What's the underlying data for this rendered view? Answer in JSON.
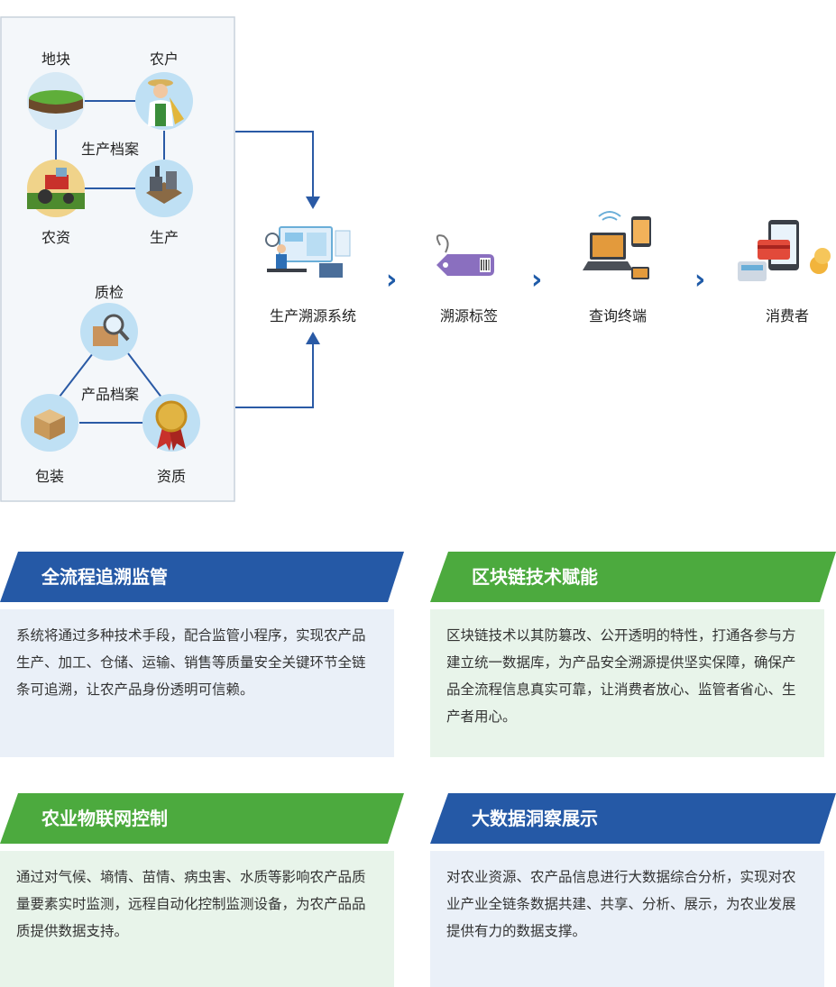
{
  "left_panel": {
    "production_group": {
      "center_label": "生产档案",
      "nodes": [
        {
          "label": "地块",
          "icon": "soil-plot-icon"
        },
        {
          "label": "农户",
          "icon": "farmer-icon"
        },
        {
          "label": "农资",
          "icon": "tractor-icon"
        },
        {
          "label": "生产",
          "icon": "factory-icon"
        }
      ]
    },
    "product_group": {
      "center_label": "产品档案",
      "nodes": [
        {
          "label": "质检",
          "icon": "quality-inspection-icon"
        },
        {
          "label": "包装",
          "icon": "package-box-icon"
        },
        {
          "label": "资质",
          "icon": "qualification-medal-icon"
        }
      ]
    }
  },
  "flow": [
    {
      "label": "生产溯源系统",
      "icon": "trace-system-icon"
    },
    {
      "label": "溯源标签",
      "icon": "trace-tag-icon"
    },
    {
      "label": "查询终端",
      "icon": "query-terminal-icon"
    },
    {
      "label": "消费者",
      "icon": "consumer-payment-icon"
    }
  ],
  "colors": {
    "blue": "#2559a6",
    "green": "#4caa3e",
    "blue_body": "#eaf0f8",
    "green_body": "#e8f4ea",
    "line": "#2a5aa5"
  },
  "cards": [
    {
      "title": "全流程追溯监管",
      "text": "系统将通过多种技术手段，配合监管小程序，实现农产品生产、加工、仓储、运输、销售等质量安全关键环节全链条可追溯，让农产品身份透明可信赖。",
      "theme": "blue"
    },
    {
      "title": "区块链技术赋能",
      "text": "区块链技术以其防篡改、公开透明的特性，打通各参与方建立统一数据库，为产品安全溯源提供坚实保障，确保产品全流程信息真实可靠，让消费者放心、监管者省心、生产者用心。",
      "theme": "green"
    },
    {
      "title": "农业物联网控制",
      "text": "通过对气候、墒情、苗情、病虫害、水质等影响农产品质量要素实时监测，远程自动化控制监测设备，为农产品品质提供数据支持。",
      "theme": "green"
    },
    {
      "title": "大数据洞察展示",
      "text": "对农业资源、农产品信息进行大数据综合分析，实现对农业产业全链条数据共建、共享、分析、展示，为农业发展提供有力的数据支撑。",
      "theme": "blue"
    }
  ]
}
